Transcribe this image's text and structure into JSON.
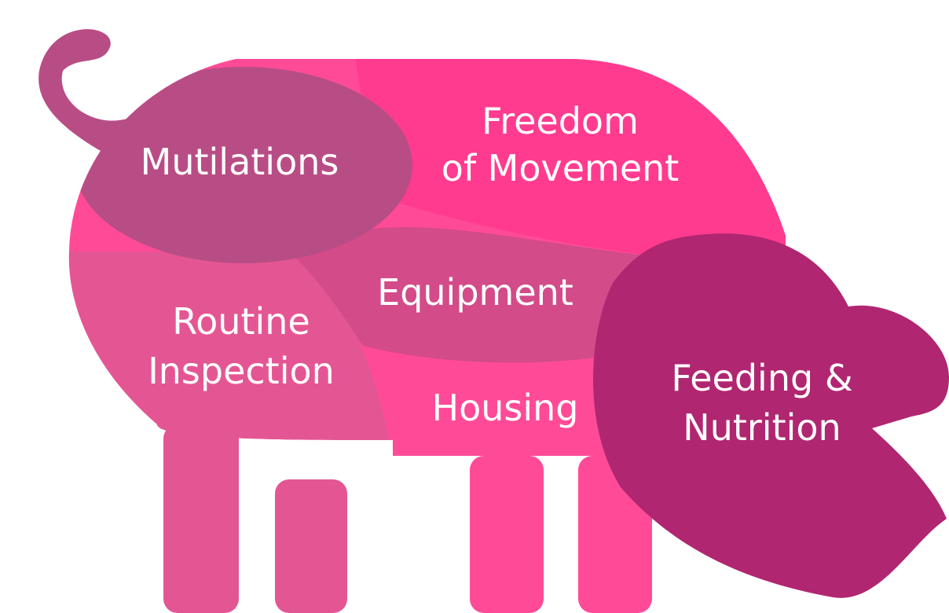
{
  "colors": {
    "background": "#ffffff",
    "tail": "#b84d85",
    "mutilations": "#b84d85",
    "freedom_of_movement": "#ff3b8f",
    "equipment": "#d34b88",
    "routine_inspection": "#e45693",
    "housing": "#ff4b97",
    "feeding_nutrition": "#b02671",
    "label_text": "#ffffff"
  },
  "segments": {
    "mutilations": {
      "label": "Mutilations"
    },
    "freedom_of_movement": {
      "line1": "Freedom",
      "line2": "of Movement"
    },
    "equipment": {
      "label": "Equipment"
    },
    "routine_inspection": {
      "line1": "Routine",
      "line2": "Inspection"
    },
    "housing": {
      "label": "Housing"
    },
    "feeding_nutrition": {
      "line1": "Feeding &",
      "line2": "Nutrition"
    }
  }
}
